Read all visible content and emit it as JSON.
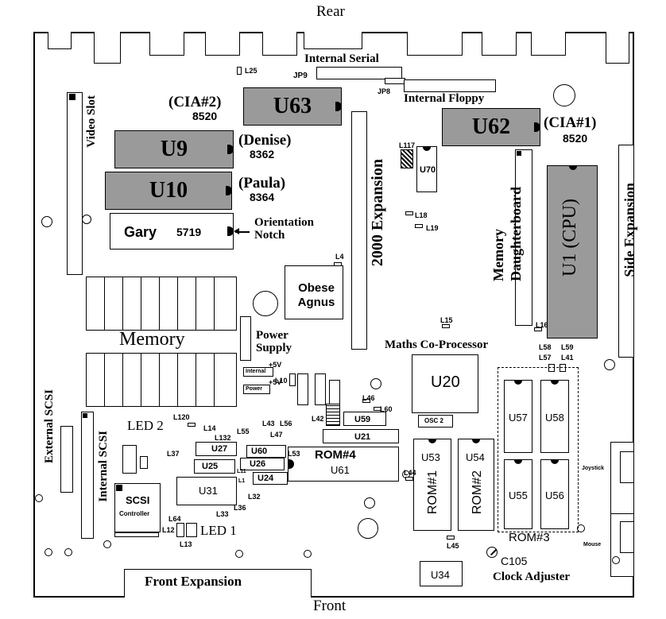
{
  "orientation": {
    "rear": "Rear",
    "front": "Front"
  },
  "connectors": {
    "internal_serial": "Internal Serial",
    "internal_floppy": "Internal Floppy",
    "video_slot": "Video Slot",
    "expansion_2000": "2000 Expansion",
    "side_expansion": "Side Expansion",
    "memory_daughterboard": "Memory Daughterboard",
    "external_scsi": "External SCSI",
    "internal_scsi": "Internal SCSI",
    "front_expansion": "Front Expansion"
  },
  "chips": {
    "u63": {
      "id": "U63",
      "name": "(CIA#2)",
      "part": "8520"
    },
    "u62": {
      "id": "U62",
      "name": "(CIA#1)",
      "part": "8520"
    },
    "u9": {
      "id": "U9",
      "name": "(Denise)",
      "part": "8362"
    },
    "u10": {
      "id": "U10",
      "name": "(Paula)",
      "part": "8364"
    },
    "gary": {
      "id": "Gary",
      "part": "5719"
    },
    "cpu": {
      "id": "U1 (CPU)"
    },
    "agnus": {
      "id": "Obese Agnus"
    },
    "u20": {
      "id": "U20"
    },
    "u70": {
      "id": "U70"
    },
    "u57": {
      "id": "U57"
    },
    "u58": {
      "id": "U58"
    },
    "u55": {
      "id": "U55"
    },
    "u56": {
      "id": "U56"
    },
    "u53": {
      "id": "U53"
    },
    "u54": {
      "id": "U54"
    },
    "u34": {
      "id": "U34"
    },
    "u61": {
      "id": "U61",
      "name": "ROM#4"
    },
    "u59": {
      "id": "U59"
    },
    "u21": {
      "id": "U21"
    },
    "u60": {
      "id": "U60"
    },
    "u26": {
      "id": "U26"
    },
    "u24": {
      "id": "U24"
    },
    "u27": {
      "id": "U27"
    },
    "u25": {
      "id": "U25"
    },
    "u31": {
      "id": "U31"
    },
    "scsi_controller": {
      "id": "SCSI",
      "name": "Controller"
    },
    "osc2": {
      "id": "OSC 2"
    }
  },
  "labels": {
    "orientation_notch": "Orientation Notch",
    "memory": "Memory",
    "power_supply": "Power Supply",
    "plus5v_a": "+5V",
    "plus5v_b": "+5V",
    "internal_small": "Internal",
    "power_small": "Power",
    "maths_coprocessor": "Maths Co-Processor",
    "rom1": "ROM#1",
    "rom2": "ROM#2",
    "rom3": "ROM#3",
    "led1": "LED 1",
    "led2": "LED 2",
    "clock_adjuster": "Clock Adjuster",
    "c105": "C105",
    "joystick": "Joystick",
    "mouse": "Mouse",
    "jp9": "JP9",
    "jp8": "JP8"
  },
  "small_refs": {
    "l25": "L25",
    "l117": "L117",
    "l18": "L18",
    "l19": "L19",
    "l4": "L4",
    "l15": "L15",
    "l16": "L16",
    "l58": "L58",
    "l59": "L59",
    "l57": "L57",
    "l41": "L41",
    "l10": "L10",
    "l46": "L46",
    "l60": "L60",
    "l42": "L42",
    "l120": "L120",
    "l14": "L14",
    "l132": "L132",
    "l55": "L55",
    "l43": "L43",
    "l56": "L56",
    "l47": "L47",
    "l37": "L37",
    "l53": "L53",
    "l11": "L11",
    "l1": "L1",
    "l32": "L32",
    "l36": "L36",
    "l33": "L33",
    "l44": "L44",
    "l45": "L45",
    "l64": "L64",
    "l12": "L12",
    "l13": "L13"
  }
}
